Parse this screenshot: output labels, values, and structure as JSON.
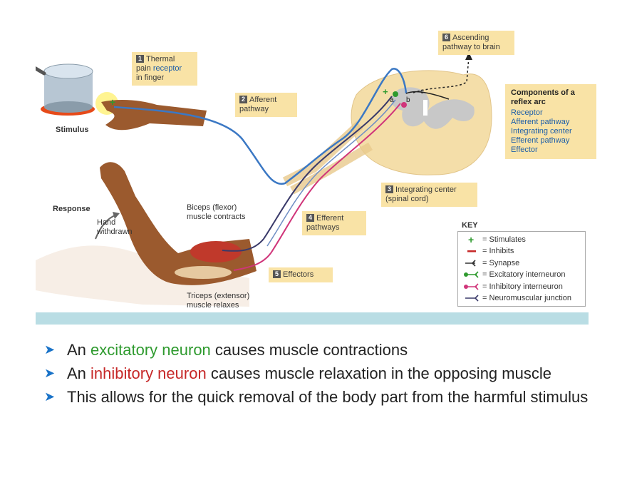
{
  "diagram": {
    "callouts": {
      "thermal": {
        "number": "1",
        "line1": "Thermal",
        "line2_a": "pain ",
        "line2_b": "receptor",
        "line3": "in finger"
      },
      "afferent": {
        "number": "2",
        "line1": "Afferent",
        "line2": "pathway"
      },
      "integrating": {
        "number": "3",
        "line1": "Integrating center",
        "line2": "(spinal cord)"
      },
      "efferent": {
        "number": "4",
        "line1": "Efferent",
        "line2": "pathways"
      },
      "effectors": {
        "number": "5",
        "line1": "Effectors"
      },
      "ascending": {
        "number": "6",
        "line1": "Ascending",
        "line2": "pathway to brain"
      }
    },
    "labels": {
      "stimulus": "Stimulus",
      "response": "Response",
      "hand_line1": "Hand",
      "hand_line2": "withdrawn",
      "biceps_line1": "Biceps (flexor)",
      "biceps_line2": "muscle contracts",
      "triceps_line1": "Triceps (extensor)",
      "triceps_line2": "muscle relaxes",
      "plus": "+",
      "cord_a": "a",
      "cord_b": "b",
      "cord_c": "c"
    },
    "components": {
      "title_line1": "Components of a",
      "title_line2": "reflex arc",
      "items": [
        "Receptor",
        "Afferent pathway",
        "Integrating center",
        "Efferent pathway",
        "Effector"
      ]
    },
    "key": {
      "title": "KEY",
      "rows": [
        "= Stimulates",
        "= Inhibits",
        "= Synapse",
        "= Excitatory interneuron",
        "= Inhibitory interneuron",
        "= Neuromuscular junction"
      ]
    },
    "colors": {
      "afferent": "#3b78c4",
      "excitatory": "#2e9a2e",
      "inhibitory": "#d0357a",
      "motor": "#3a3a6a",
      "callout_bg": "#f9e3a6"
    }
  },
  "bullets": {
    "b1": {
      "pre": "An ",
      "highlight": "excitatory neuron",
      "post": " causes muscle contractions"
    },
    "b2": {
      "pre": "An ",
      "highlight": "inhibitory neuron",
      "post": " causes muscle relaxation in the opposing muscle"
    },
    "b3": {
      "text": "This allows for the quick removal of the body part from the harmful stimulus"
    }
  },
  "bullet_icon": "arrow-bullet-icon"
}
